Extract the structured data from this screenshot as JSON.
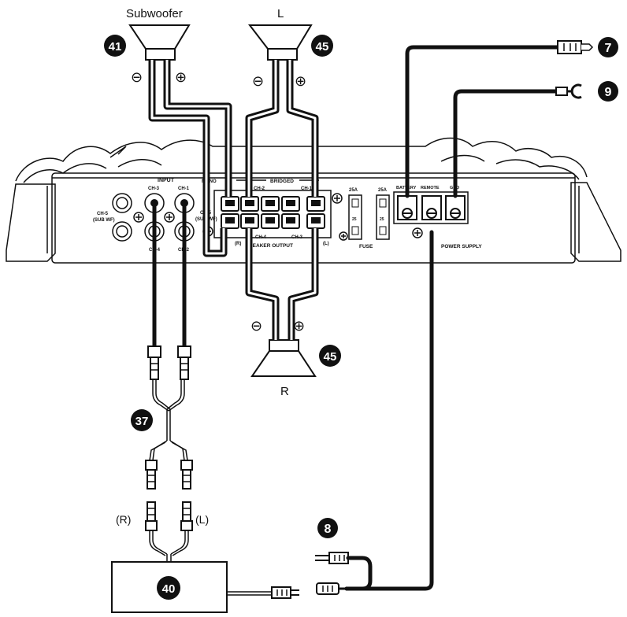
{
  "labels": {
    "subwoofer": "Subwoofer",
    "left": "L",
    "right": "R",
    "rca_right": "(R)",
    "rca_left": "(L)",
    "minus": "⊖",
    "plus": "⊕"
  },
  "badges": {
    "b41": "41",
    "b45_top": "45",
    "b45_bottom": "45",
    "b7": "7",
    "b9": "9",
    "b37": "37",
    "b8": "8",
    "b40": "40"
  },
  "panel": {
    "input": "INPUT",
    "ch3": "CH-3",
    "ch1": "CH-1",
    "ch4": "CH-4",
    "ch2": "CH-2",
    "ch5": "CH-5",
    "sub_wf": "(SUB WF)",
    "mono": "MONO",
    "ch5_short": "CH-5",
    "sub_wf_short": "(SUB WF)",
    "bridged": "BRIDGED",
    "out_ch2": "CH-2",
    "out_ch1": "CH-1",
    "out_ch4": "CH-4",
    "out_ch3": "CH-3",
    "r_mark": "(R)",
    "l_mark": "(L)",
    "speaker_output": "SPEAKER OUTPUT",
    "fuse_a": "25A",
    "fuse_b": "25A",
    "fuse_val_a": "25",
    "fuse_val_b": "25",
    "fuse": "FUSE",
    "battery": "BATTERY",
    "remote": "REMOTE",
    "gnd": "GND",
    "power_supply": "POWER SUPPLY"
  }
}
